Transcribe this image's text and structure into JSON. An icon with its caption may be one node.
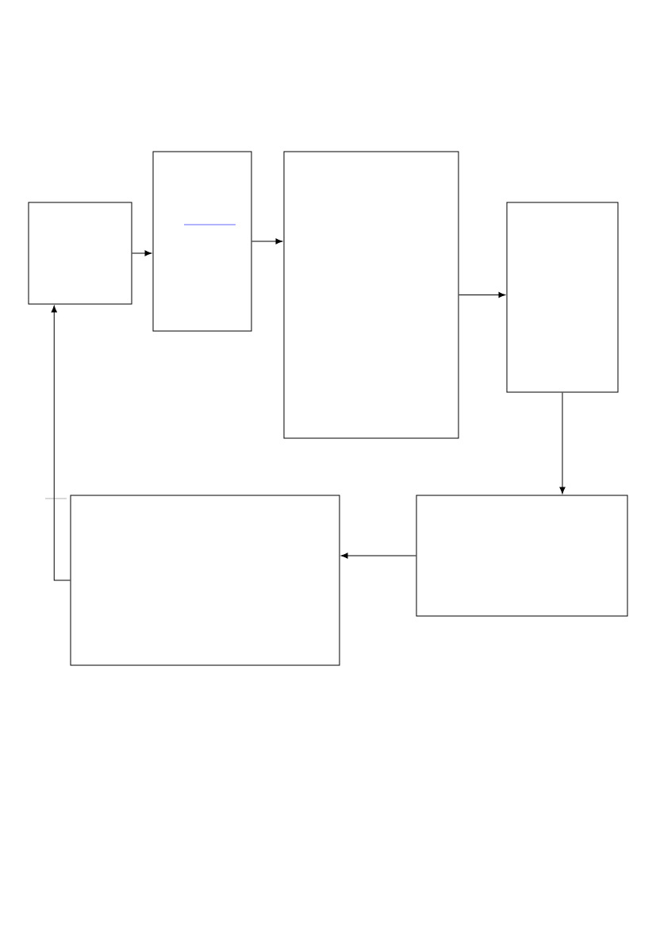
{
  "diagram": {
    "nodes": [
      {
        "text": [],
        "shape": "box"
      },
      {
        "text": [],
        "shape": "box"
      },
      {
        "text": [],
        "shape": "box"
      },
      {
        "text": [],
        "shape": "box"
      },
      {
        "text": [],
        "shape": "box"
      },
      {
        "text": [],
        "shape": "box"
      }
    ],
    "edges": [
      {
        "from": 0,
        "to": 1,
        "arrow": "to"
      },
      {
        "from": 1,
        "to": 2,
        "arrow": "to"
      },
      {
        "from": 2,
        "to": 3,
        "arrow": "to"
      },
      {
        "from": 3,
        "to": 4,
        "arrow": "to"
      },
      {
        "from": 4,
        "to": 5,
        "arrow": "to"
      },
      {
        "from": 5,
        "to": 0,
        "arrow": "to"
      }
    ]
  }
}
